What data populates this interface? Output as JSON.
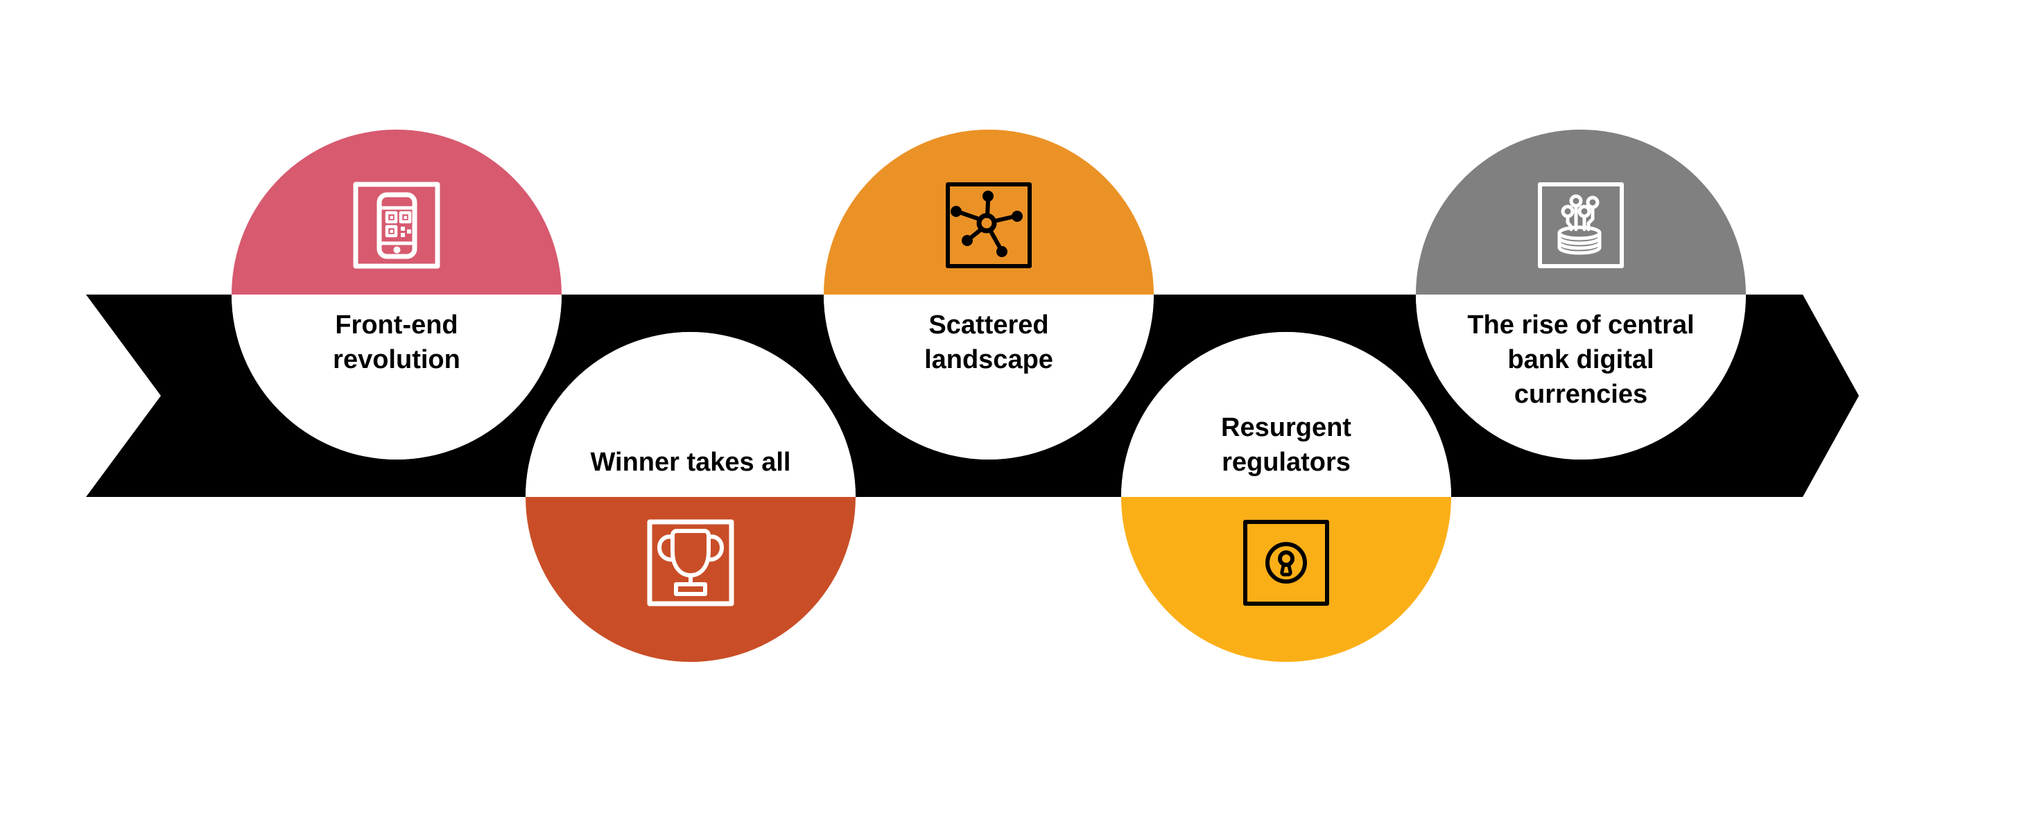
{
  "canvas": {
    "background": "#ffffff",
    "text_color": "#000000"
  },
  "arrow": {
    "color": "#000000",
    "direction": "right"
  },
  "items": [
    {
      "label": "Front-end revolution",
      "label_lines": [
        "Front-end",
        "revolution"
      ],
      "color": "#D75A6F",
      "icon": "smartphone-qr-icon",
      "icon_color": "#ffffff",
      "circle_position": "top"
    },
    {
      "label": "Winner takes all",
      "label_lines": [
        "Winner takes all"
      ],
      "color": "#C94E27",
      "icon": "trophy-icon",
      "icon_color": "#ffffff",
      "circle_position": "bottom"
    },
    {
      "label": "Scattered landscape",
      "label_lines": [
        "Scattered",
        "landscape"
      ],
      "color": "#EB9226",
      "icon": "network-hub-icon",
      "icon_color": "#000000",
      "circle_position": "top"
    },
    {
      "label": "Resurgent regulators",
      "label_lines": [
        "Resurgent",
        "regulators"
      ],
      "color": "#FBAF17",
      "icon": "keyhole-icon",
      "icon_color": "#000000",
      "circle_position": "bottom"
    },
    {
      "label": "The rise of central bank digital currencies",
      "label_lines": [
        "The rise of central",
        "bank digital",
        "currencies"
      ],
      "color": "#808080",
      "icon": "coins-circuit-icon",
      "icon_color": "#ffffff",
      "circle_position": "top"
    }
  ]
}
